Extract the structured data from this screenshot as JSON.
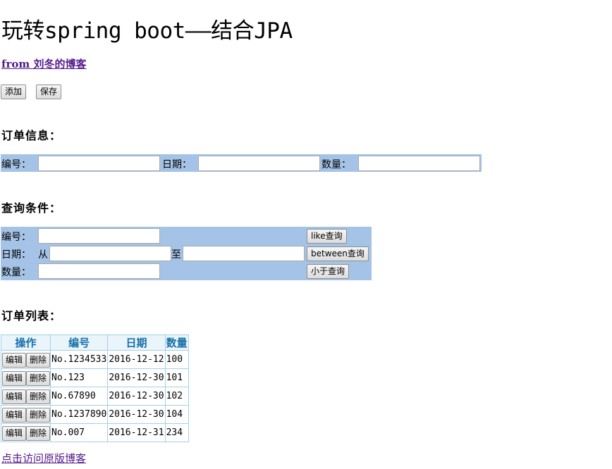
{
  "header": {
    "title": "玩转spring boot——结合JPA",
    "blog_link": "from 刘冬的博客"
  },
  "toolbar": {
    "add_label": "添加",
    "save_label": "保存"
  },
  "order_info": {
    "heading": "订单信息：",
    "number_label": "编号：",
    "number_value": "",
    "date_label": "日期：",
    "date_value": "",
    "quantity_label": "数量：",
    "quantity_value": ""
  },
  "query": {
    "heading": "查询条件：",
    "number_label": "编号：",
    "number_value": "",
    "like_button": "like查询",
    "date_label": "日期：",
    "from_label": "从",
    "from_value": "",
    "to_label": "至",
    "to_value": "",
    "between_button": "between查询",
    "quantity_label": "数量：",
    "quantity_value": "",
    "less_button": "小于查询"
  },
  "order_list": {
    "heading": "订单列表：",
    "columns": [
      "操作",
      "编号",
      "日期",
      "数量"
    ],
    "edit_label": "编辑",
    "delete_label": "删除",
    "rows": [
      {
        "number": "No.1234533",
        "date": "2016-12-12",
        "quantity": "100"
      },
      {
        "number": "No.123",
        "date": "2016-12-30",
        "quantity": "101"
      },
      {
        "number": "No.67890",
        "date": "2016-12-30",
        "quantity": "102"
      },
      {
        "number": "No.1237890",
        "date": "2016-12-30",
        "quantity": "104"
      },
      {
        "number": "No.007",
        "date": "2016-12-31",
        "quantity": "234"
      }
    ]
  },
  "footer": {
    "link": "点击访问原版博客"
  },
  "colors": {
    "panel_background": "#a4c3e6",
    "table_header_text": "#1670a8",
    "link_color": "#551a8b"
  }
}
